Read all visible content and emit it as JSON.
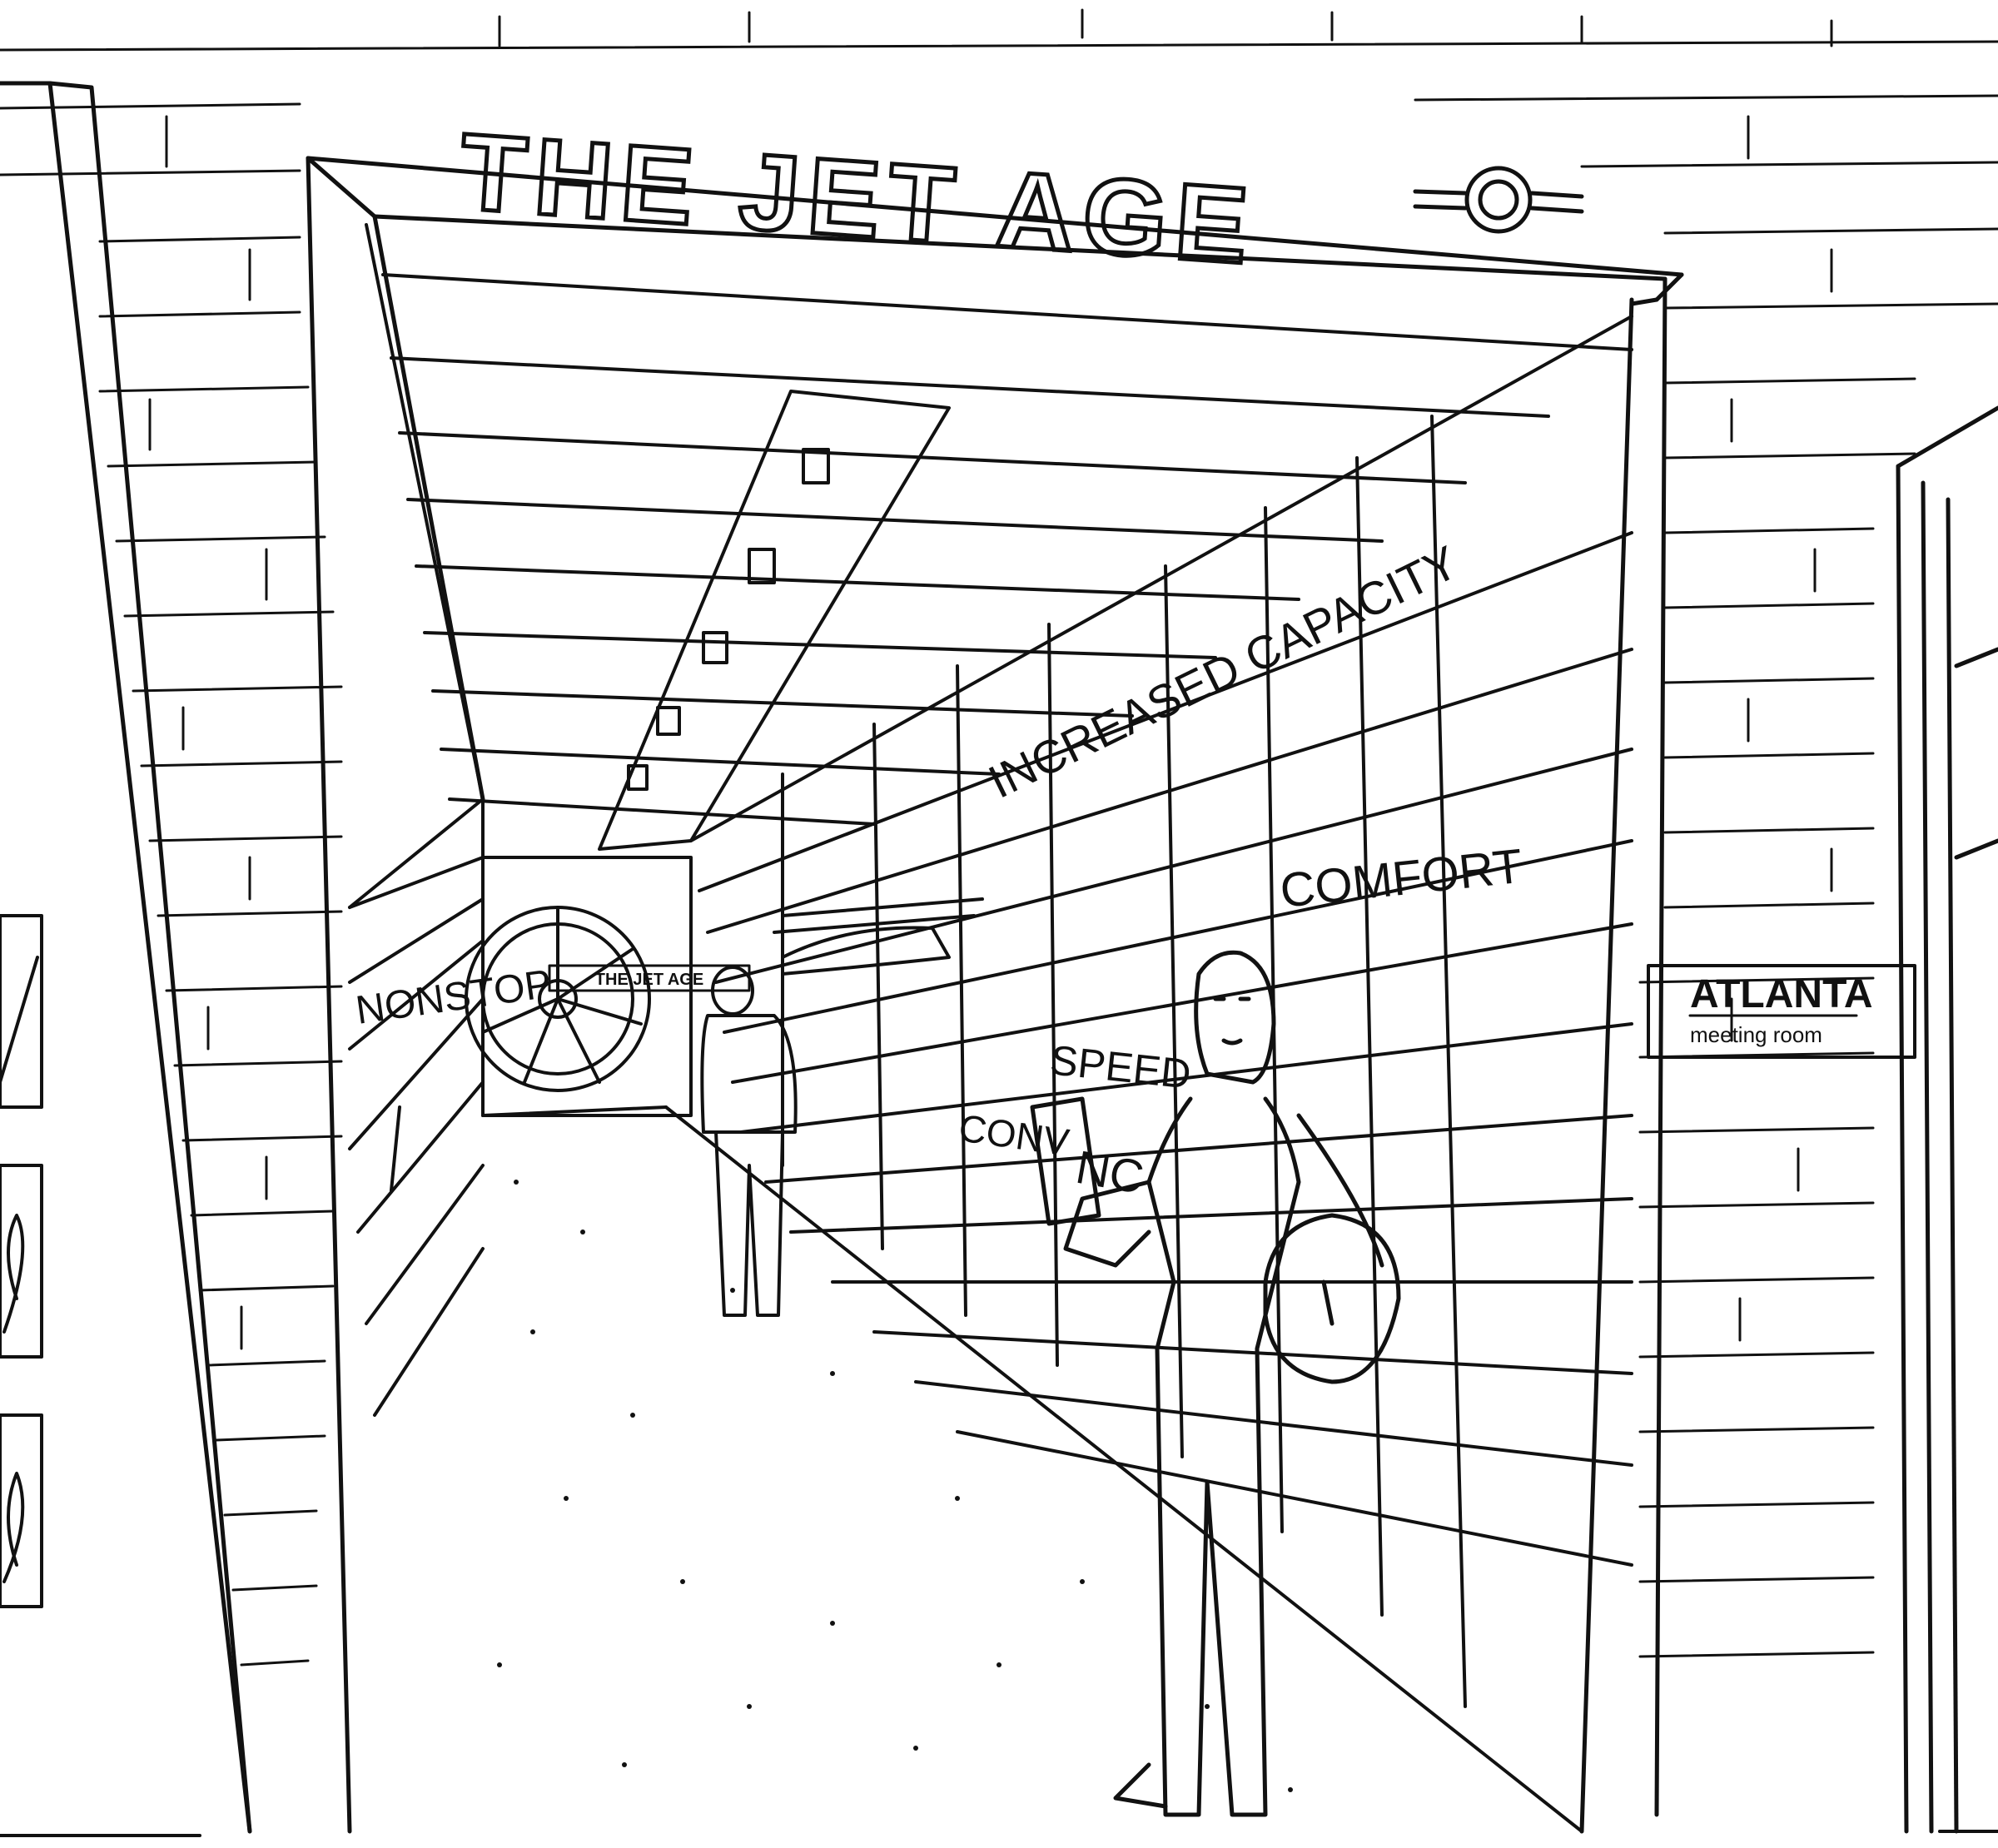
{
  "colors": {
    "ink": "#111111",
    "paper": "#ffffff"
  },
  "sign": {
    "title": "THE JET AGE",
    "emblem": "logo-roundel-icon"
  },
  "wall_words": {
    "capacity": "INCREASED CAPACITY",
    "comfort": "COMFORT",
    "speed": "SPEED",
    "nonstop": "NONSTOP",
    "convenience_fragment": "CONV",
    "convenience_fragment2": "NC"
  },
  "small_banner": "THE JET AGE",
  "room_sign": {
    "name": "ATLANTA",
    "subtitle": "meeting room"
  }
}
